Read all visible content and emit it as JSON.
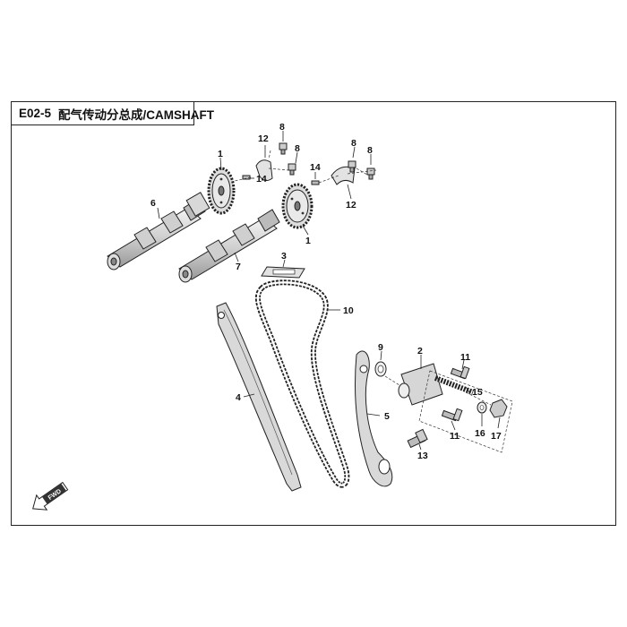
{
  "title": {
    "code": "E02-5",
    "name": "配气传动分总成/CAMSHAFT"
  },
  "direction_badge": "FWD",
  "callouts": [
    "1",
    "1",
    "2",
    "3",
    "4",
    "5",
    "6",
    "7",
    "8",
    "8",
    "8",
    "8",
    "9",
    "10",
    "11",
    "11",
    "12",
    "12",
    "13",
    "14",
    "14",
    "15",
    "16",
    "17"
  ],
  "colors": {
    "line": "#222222",
    "part_fill": "#e6e6e6",
    "part_shade": "#b5b5b5",
    "background": "#ffffff"
  }
}
